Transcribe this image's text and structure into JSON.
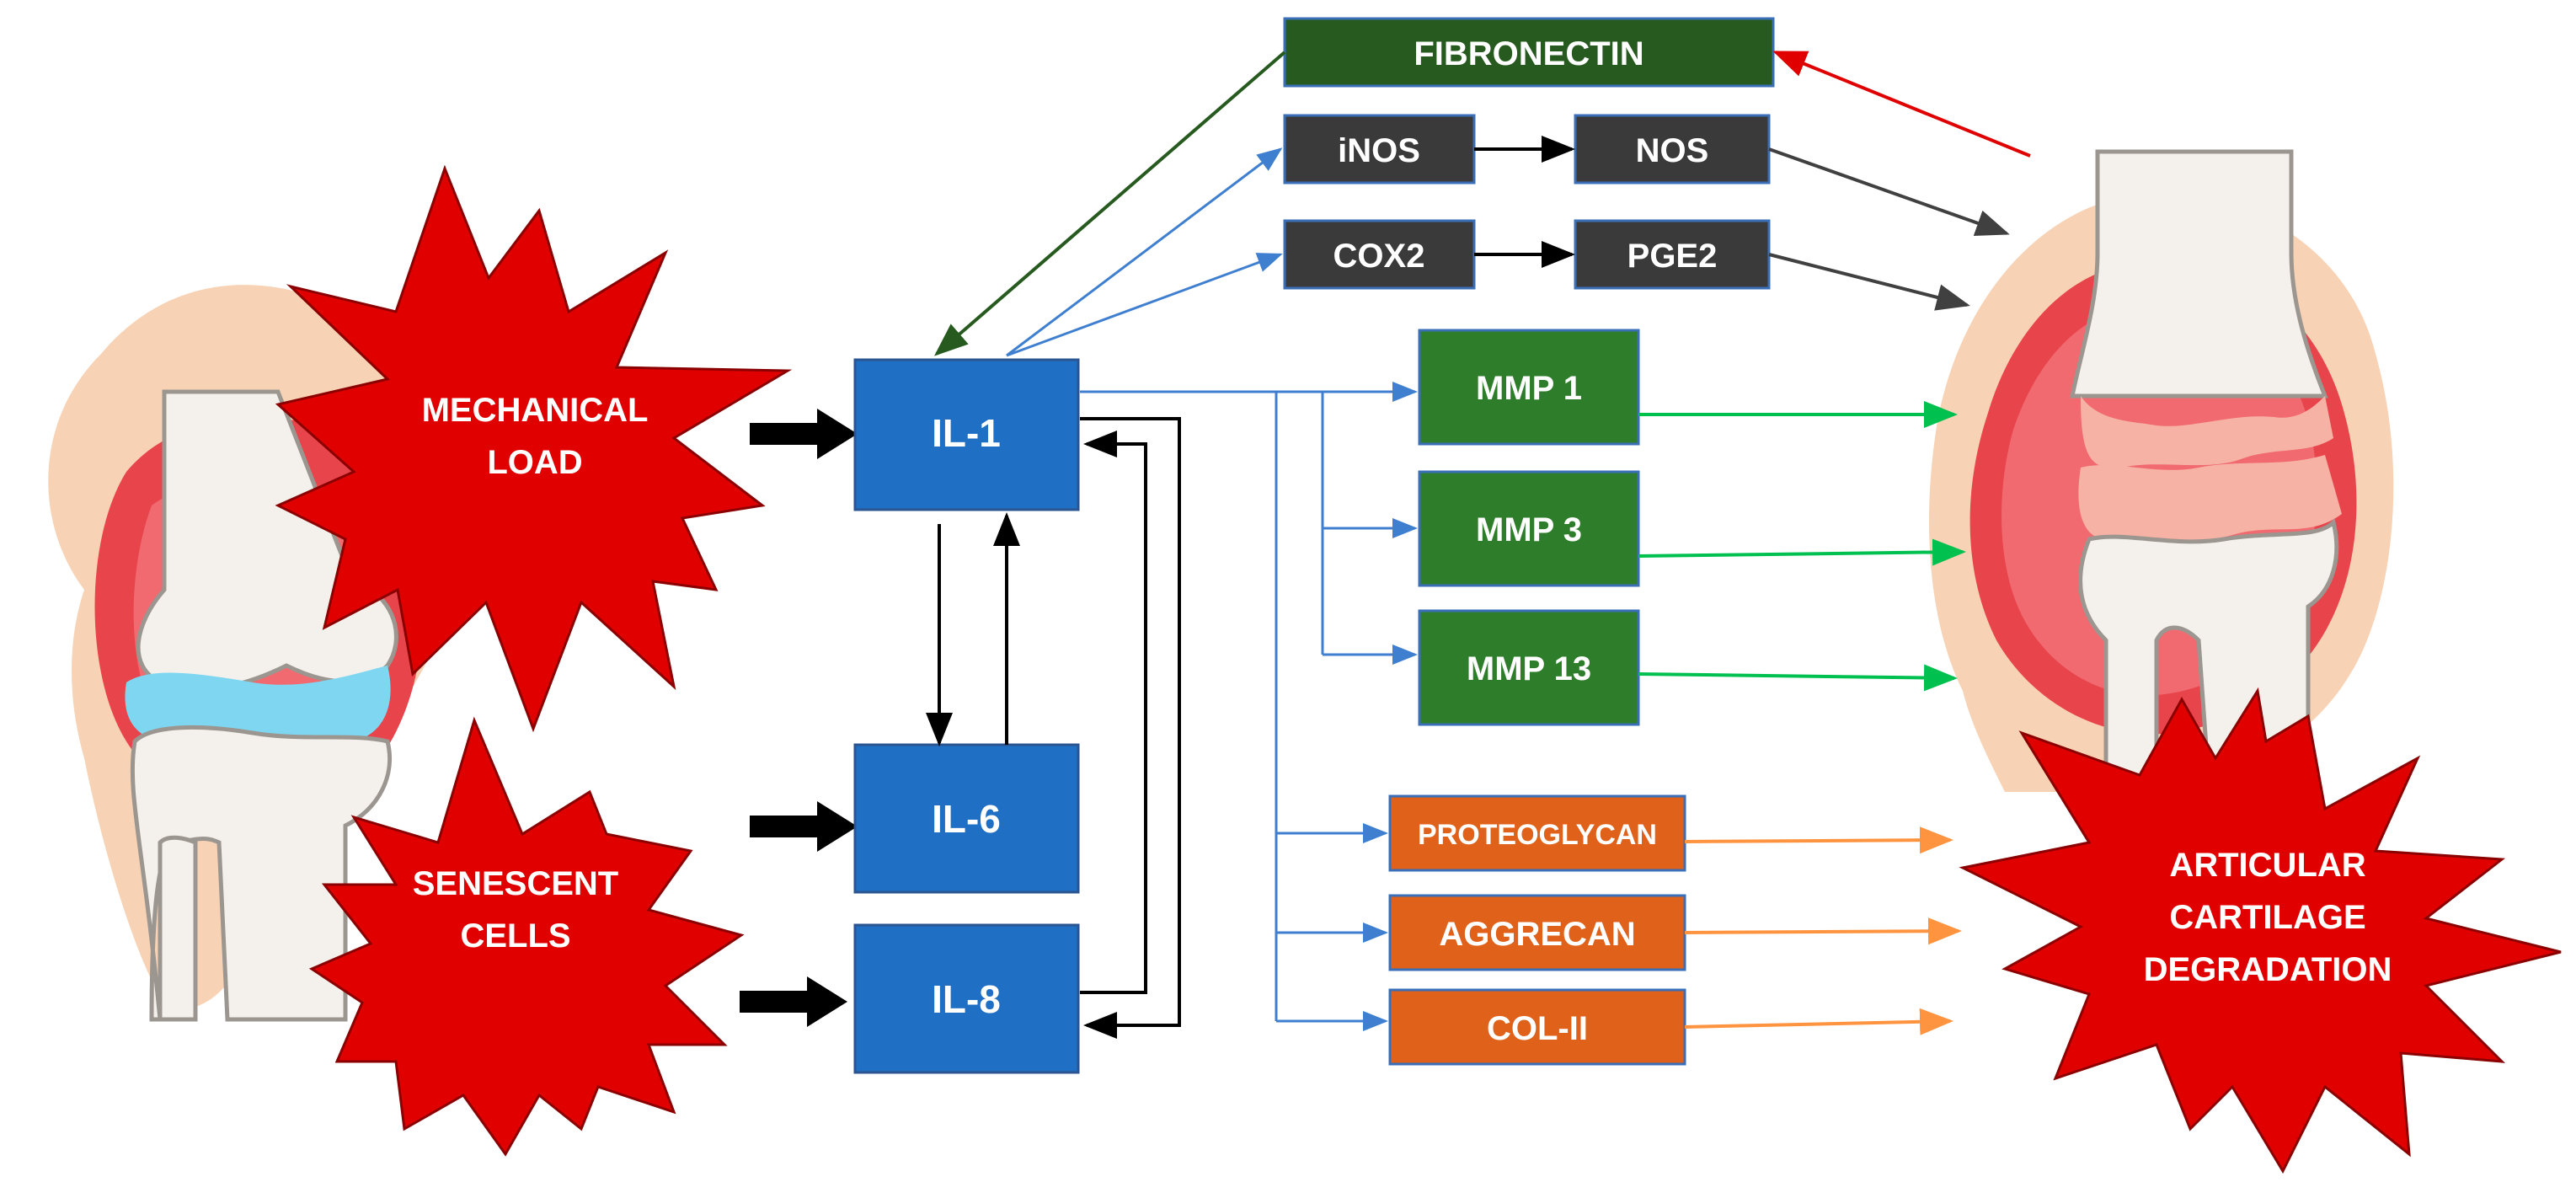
{
  "triggers": {
    "mechanical_load": [
      "MECHANICAL",
      "LOAD"
    ],
    "senescent_cells": [
      "SENESCENT",
      "CELLS"
    ]
  },
  "outcome": [
    "ARTICULAR",
    "CARTILAGE",
    "DEGRADATION"
  ],
  "interleukins": {
    "il1": "IL-1",
    "il6": "IL-6",
    "il8": "IL-8"
  },
  "mediators": {
    "fibronectin": "FIBRONECTIN",
    "inos": "iNOS",
    "nos": "NOS",
    "cox2": "COX2",
    "pge2": "PGE2"
  },
  "proteases": {
    "mmp1": "MMP 1",
    "mmp3": "MMP 3",
    "mmp13": "MMP 13"
  },
  "matrix": {
    "proteoglycan": "PROTEOGLYCAN",
    "aggrecan": "AGGRECAN",
    "col2": "COL-II"
  },
  "colors": {
    "starburst": "#e00000",
    "interleukin": "#1f6fc5",
    "dark_box": "#3a3a3a",
    "fibronectin": "#265a1e",
    "mmp": "#2e7d2a",
    "matrix": "#e0621a",
    "blue_arrow": "#3f7fd0",
    "green_arrow": "#00c050",
    "orange_arrow": "#ff9440",
    "red_arrow": "#e00000",
    "black_arrow": "#000000",
    "grey_arrow": "#404040"
  }
}
